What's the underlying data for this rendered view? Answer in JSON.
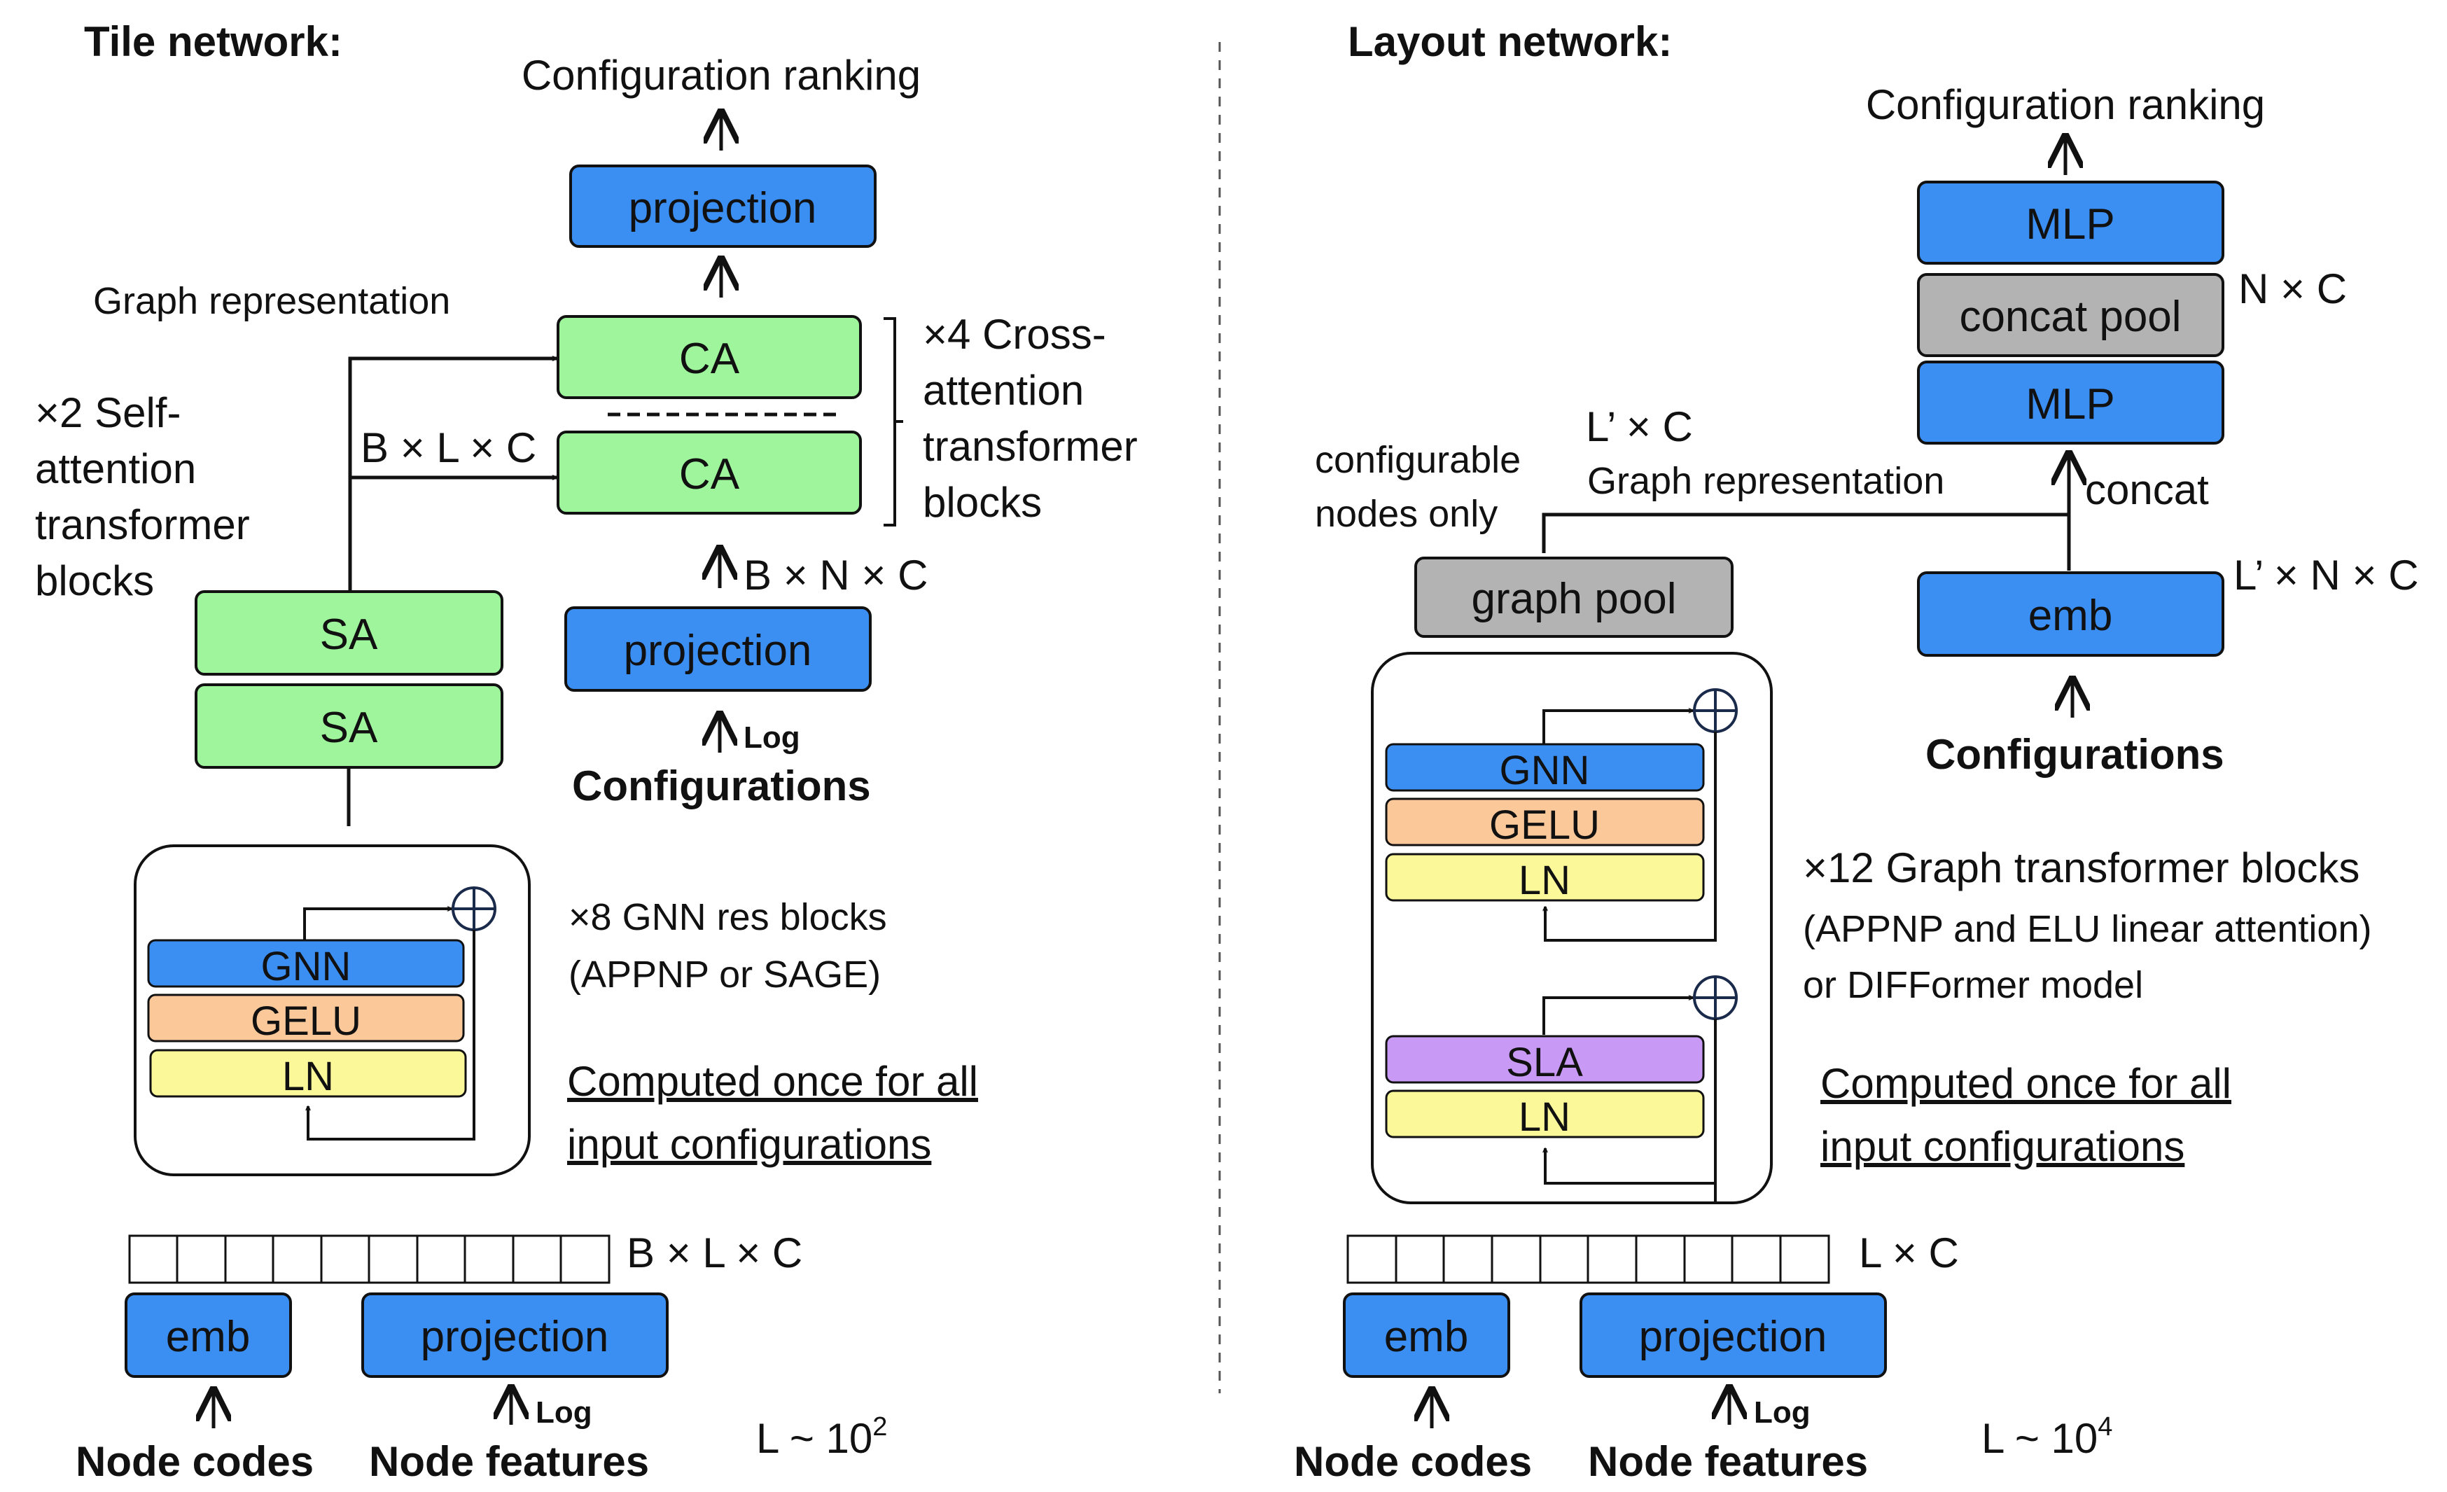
{
  "tile": {
    "title": "Tile network:",
    "config_ranking": "Configuration ranking",
    "projection_top": "projection",
    "graph_rep": "Graph representation",
    "ca1": "CA",
    "ca2": "CA",
    "cross_attn": [
      "×4 Cross-",
      "attention",
      "transformer",
      "blocks"
    ],
    "self_attn": [
      "×2 Self-",
      "attention",
      "transformer",
      "blocks"
    ],
    "blc": "B × L × C",
    "sa1": "SA",
    "sa2": "SA",
    "bnc": "B × N × C",
    "projection_cfg": "projection",
    "log_cfg": "Log",
    "configurations": "Configurations",
    "gnn": "GNN",
    "gelu": "GELU",
    "ln": "LN",
    "gnn_res": "×8 GNN res blocks",
    "gnn_res_sub": "(APPNP or SAGE)",
    "computed_1": "Computed once for all",
    "computed_2": "input configurations",
    "blc_bottom": "B × L × C",
    "emb": "emb",
    "projection_bottom": "projection",
    "log_bottom": "Log",
    "node_codes": "Node codes",
    "node_features": "Node features",
    "l_approx": "L ~ 10",
    "l_exp": "2"
  },
  "layout": {
    "title": "Layout network:",
    "config_ranking": "Configuration ranking",
    "mlp_top": "MLP",
    "concat_pool": "concat pool",
    "nc": "N × C",
    "mlp_bottom": "MLP",
    "lc_prime": "L’ × C",
    "graph_rep": "Graph representation",
    "configurable": [
      "configurable",
      "nodes only"
    ],
    "concat": "concat",
    "graph_pool": "graph pool",
    "lnc": "L’ × N × C",
    "emb_cfg": "emb",
    "configurations": "Configurations",
    "gnn": "GNN",
    "gelu": "GELU",
    "ln1": "LN",
    "sla": "SLA",
    "ln2": "LN",
    "graph_tf": "×12 Graph transformer blocks",
    "graph_tf_sub1": "(APPNP and ELU linear attention)",
    "graph_tf_sub2": "or DIFFormer model",
    "computed_1": "Computed once for all",
    "computed_2": "input configurations",
    "lc": "L × C",
    "emb": "emb",
    "projection_bottom": "projection",
    "log_bottom": "Log",
    "node_codes": "Node codes",
    "node_features": "Node features",
    "l_approx": "L ~ 10",
    "l_exp": "4"
  },
  "colors": {
    "blue": "#3b8ef2",
    "green": "#9ef59c",
    "orange": "#fbc89a",
    "yellow": "#fbf89a",
    "purple": "#c89af5",
    "gray": "#b3b3b3",
    "stroke": "#111111"
  }
}
